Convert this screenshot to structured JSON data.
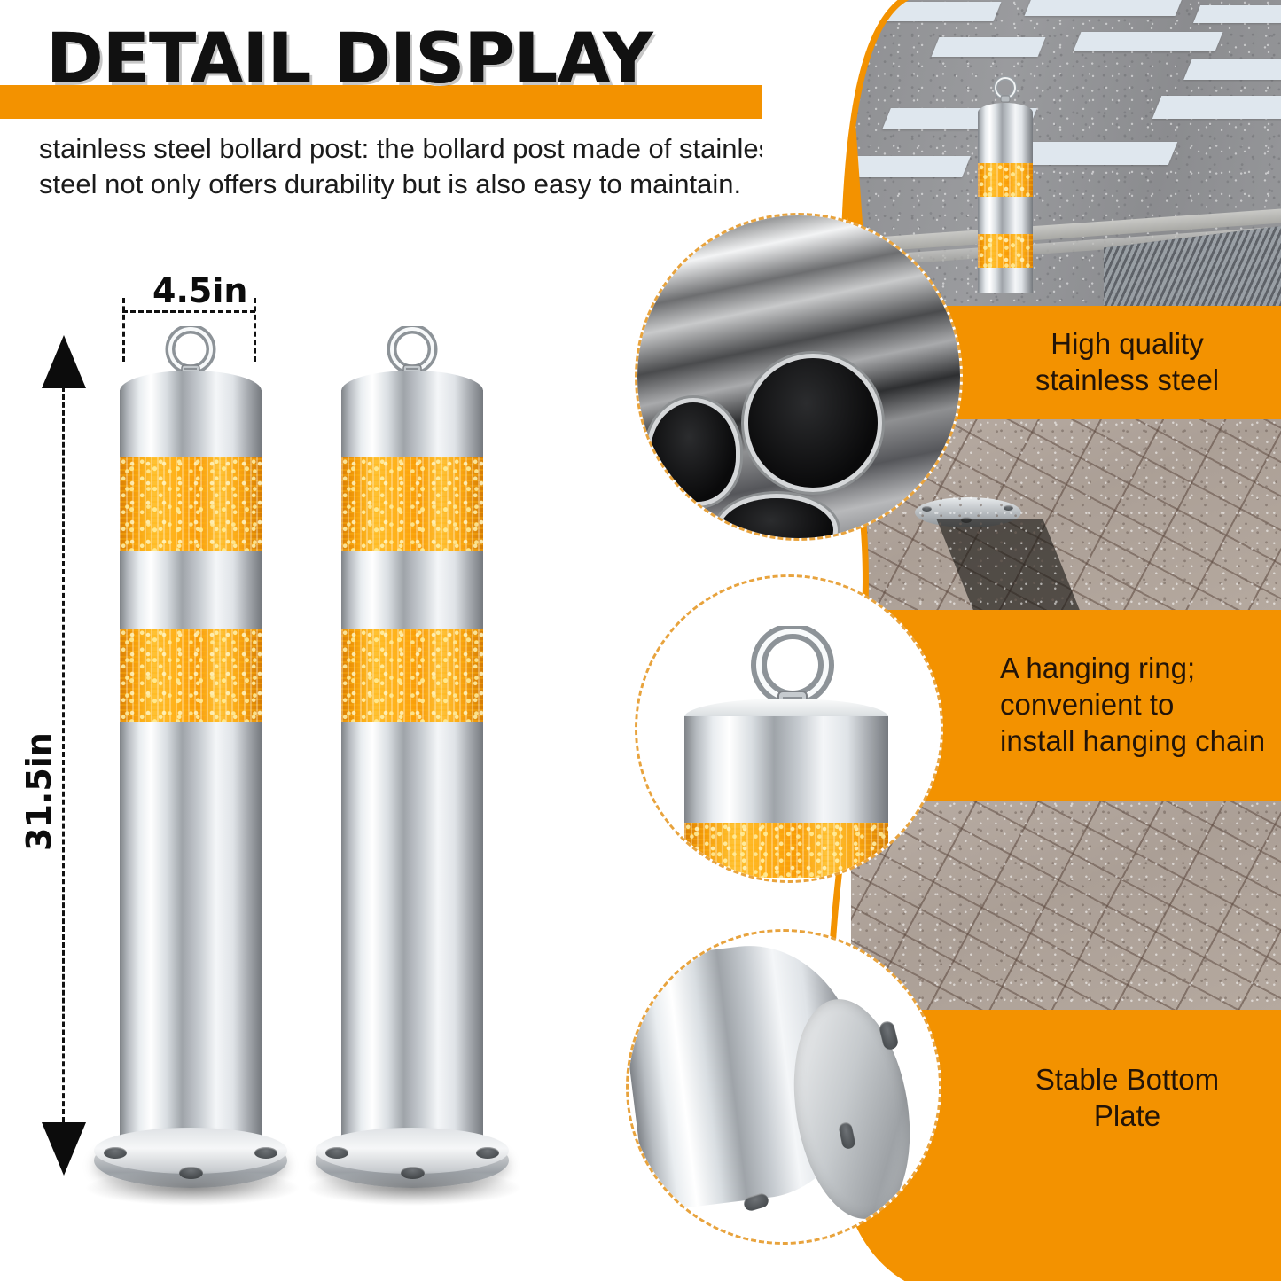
{
  "header": {
    "title": "DETAIL DISPLAY",
    "description": "stainless steel bollard post: the bollard post made of stainless steel not only offers durability but is also easy to maintain."
  },
  "dimensions": {
    "width_label": "4.5in",
    "height_label": "31.5in"
  },
  "callouts": [
    {
      "id": "high-quality",
      "lines": [
        "High quality",
        "stainless steel"
      ],
      "align": "center"
    },
    {
      "id": "hanging-ring",
      "lines": [
        "A hanging ring;",
        "convenient to",
        "install hanging chain"
      ],
      "align": "left"
    },
    {
      "id": "bottom-plate",
      "lines": [
        "Stable Bottom",
        "Plate"
      ],
      "align": "center"
    }
  ],
  "photos": {
    "road_install": "bollard-installed-on-crosswalk-road",
    "steel_tubes": "stainless-steel-tube-stock-closeup",
    "ring_closeup": "bollard-top-cap-with-hanging-ring",
    "base_closeup": "bollard-bottom-flange-plate-angled",
    "paving_upper": "bollard-base-on-brick-paving",
    "paving_lower": "brick-paving-surface"
  },
  "product": {
    "units": [
      {
        "id": "bollard-left"
      },
      {
        "id": "bollard-right"
      }
    ]
  },
  "colors": {
    "accent_orange": "#F39200",
    "reflective_orange": "#FFB01A",
    "chrome_light": "#FFFFFF",
    "chrome_dark": "#75797E",
    "text_dark": "#111111"
  }
}
